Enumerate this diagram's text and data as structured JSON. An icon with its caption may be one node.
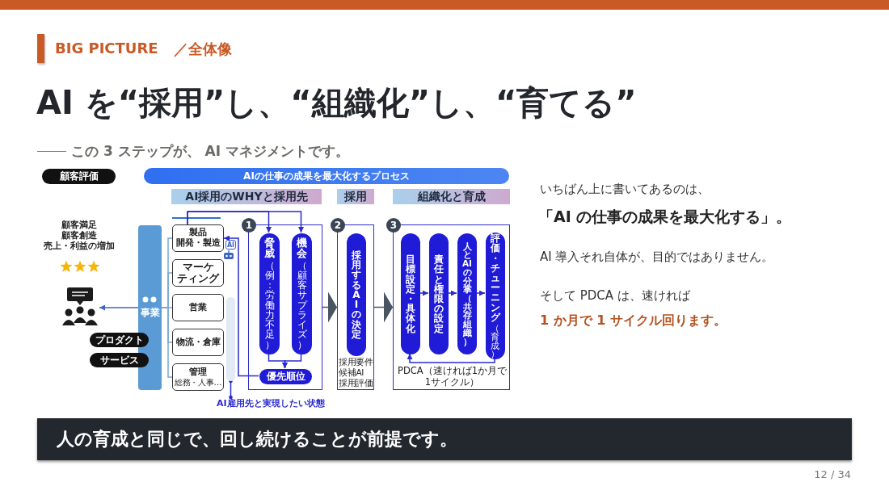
{
  "diagram": {
    "title": "AI を“採用”し、“組織化”し、“育てる”",
    "nodes": [
      {
        "text": [
          "顧客評価"
        ]
      },
      {
        "text": [
          "AIの仕事の成果を最大化するプロセス"
        ]
      },
      {
        "text": [
          "AI採用のWHYと採用先"
        ]
      },
      {
        "text": [
          "採用"
        ]
      },
      {
        "text": [
          "組織化と育成"
        ]
      },
      {
        "text": [],
        "shape": "person"
      },
      {
        "text": [
          "事業"
        ]
      },
      {
        "text": [
          "プロダクト"
        ]
      },
      {
        "text": [
          "サービス"
        ]
      },
      {
        "text": [
          "製品",
          "開発・製造"
        ]
      },
      {
        "text": [
          "マーケティング"
        ]
      },
      {
        "text": [
          "営業"
        ]
      },
      {
        "text": [
          "物流・倉庫"
        ]
      },
      {
        "text": [
          "管理",
          "総務・人事…"
        ]
      },
      {
        "text": [
          "1"
        ]
      },
      {
        "text": [
          "脅威",
          "（例：労働力不足）"
        ],
        "in": 14
      },
      {
        "text": [
          "機会",
          "（顧客サプライズ）"
        ],
        "in": 14
      },
      {
        "text": [
          "優先順位"
        ],
        "in": 14
      },
      {
        "text": [
          "2",
          "採用要件",
          "候補AI",
          "採用評価"
        ]
      },
      {
        "text": [
          "採用するAIの決定"
        ],
        "in": 18
      },
      {
        "text": [
          "3",
          "PDCA（速ければ1か月で1サイクル）"
        ]
      },
      {
        "text": [
          "目標設定・具体化"
        ],
        "in": 20
      },
      {
        "text": [
          "責任と権限の設定"
        ],
        "in": 20
      },
      {
        "text": [
          "人とAIの分掌（共存組織）"
        ],
        "in": 20
      },
      {
        "text": [
          "評価・チューニング",
          "（育成）"
        ],
        "in": 20
      },
      {
        "text": [],
        "shape": "bar"
      },
      {
        "text": [
          "AI雇用先と実現したい状態"
        ]
      }
    ],
    "edges": [
      {
        "from": 6,
        "to": 5,
        "arrow": "to",
        "color": "#3f63c0"
      },
      {
        "from": 6,
        "to": 9,
        "arrow": "none",
        "color": "#7aa7d8"
      },
      {
        "from": 6,
        "to": 10,
        "arrow": "none",
        "color": "#7aa7d8"
      },
      {
        "from": 6,
        "to": 11,
        "arrow": "none",
        "color": "#7aa7d8"
      },
      {
        "from": 6,
        "to": 12,
        "arrow": "none",
        "color": "#7aa7d8"
      },
      {
        "from": 6,
        "to": 13,
        "arrow": "none",
        "color": "#7aa7d8"
      },
      {
        "from": 9,
        "to": 15,
        "arrow": "to"
      },
      {
        "from": 9,
        "to": 16,
        "arrow": "to"
      },
      {
        "from": 15,
        "to": 17,
        "arrow": "to"
      },
      {
        "from": 16,
        "to": 17,
        "arrow": "to"
      },
      {
        "from": 17,
        "to": 9,
        "arrow": "to"
      },
      {
        "from": 14,
        "to": 18,
        "arrow": "to",
        "color": "#4a5562"
      },
      {
        "from": 18,
        "to": 20,
        "arrow": "to",
        "color": "#4a5562"
      },
      {
        "from": 21,
        "to": 22,
        "arrow": "to"
      },
      {
        "from": 22,
        "to": 23,
        "arrow": "to"
      },
      {
        "from": 23,
        "to": 24,
        "arrow": "to"
      },
      {
        "from": 24,
        "to": 21,
        "arrow": "to"
      },
      {
        "from": 26,
        "to": 25,
        "arrow": "other"
      }
    ],
    "labels": [
      "BIG PICTURE",
      "／全体像",
      "この 3 ステップが、 AI マネジメントです。",
      "顧客満足",
      "顧客創造",
      "売上・利益の増加",
      "AI",
      "いちばん上に書いてあるのは、",
      "「AI の仕事の成果を最大化する」。",
      "AI 導入それ自体が、目的ではありません。",
      "そして PDCA は、速ければ",
      "1 か月で 1 サイクル回ります。",
      "人の育成と同じで、回し続けることが前提です。",
      "12 / 34"
    ]
  }
}
